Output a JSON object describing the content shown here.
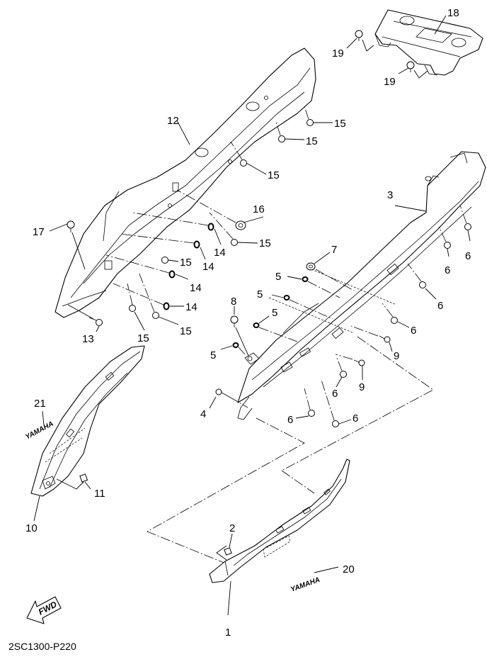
{
  "diagram": {
    "code": "2SC1300-P220",
    "direction_indicator": "FWD",
    "decal_text_left": "YAMAHA",
    "decal_text_right": "YAMAHA"
  },
  "callouts": [
    {
      "id": "c1",
      "label": "1"
    },
    {
      "id": "c2",
      "label": "2"
    },
    {
      "id": "c3",
      "label": "3"
    },
    {
      "id": "c4",
      "label": "4"
    },
    {
      "id": "c5a",
      "label": "5"
    },
    {
      "id": "c5b",
      "label": "5"
    },
    {
      "id": "c5c",
      "label": "5"
    },
    {
      "id": "c5d",
      "label": "5"
    },
    {
      "id": "c6a",
      "label": "6"
    },
    {
      "id": "c6b",
      "label": "6"
    },
    {
      "id": "c6c",
      "label": "6"
    },
    {
      "id": "c6d",
      "label": "6"
    },
    {
      "id": "c6e",
      "label": "6"
    },
    {
      "id": "c6f",
      "label": "6"
    },
    {
      "id": "c6g",
      "label": "6"
    },
    {
      "id": "c7",
      "label": "7"
    },
    {
      "id": "c8",
      "label": "8"
    },
    {
      "id": "c9a",
      "label": "9"
    },
    {
      "id": "c9b",
      "label": "9"
    },
    {
      "id": "c10",
      "label": "10"
    },
    {
      "id": "c11",
      "label": "11"
    },
    {
      "id": "c12",
      "label": "12"
    },
    {
      "id": "c13",
      "label": "13"
    },
    {
      "id": "c14a",
      "label": "14"
    },
    {
      "id": "c14b",
      "label": "14"
    },
    {
      "id": "c14c",
      "label": "14"
    },
    {
      "id": "c14d",
      "label": "14"
    },
    {
      "id": "c15a",
      "label": "15"
    },
    {
      "id": "c15b",
      "label": "15"
    },
    {
      "id": "c15c",
      "label": "15"
    },
    {
      "id": "c15d",
      "label": "15"
    },
    {
      "id": "c15e",
      "label": "15"
    },
    {
      "id": "c15f",
      "label": "15"
    },
    {
      "id": "c15g",
      "label": "15"
    },
    {
      "id": "c16",
      "label": "16"
    },
    {
      "id": "c17",
      "label": "17"
    },
    {
      "id": "c18",
      "label": "18"
    },
    {
      "id": "c19a",
      "label": "19"
    },
    {
      "id": "c19b",
      "label": "19"
    },
    {
      "id": "c20",
      "label": "20"
    },
    {
      "id": "c21",
      "label": "21"
    }
  ]
}
